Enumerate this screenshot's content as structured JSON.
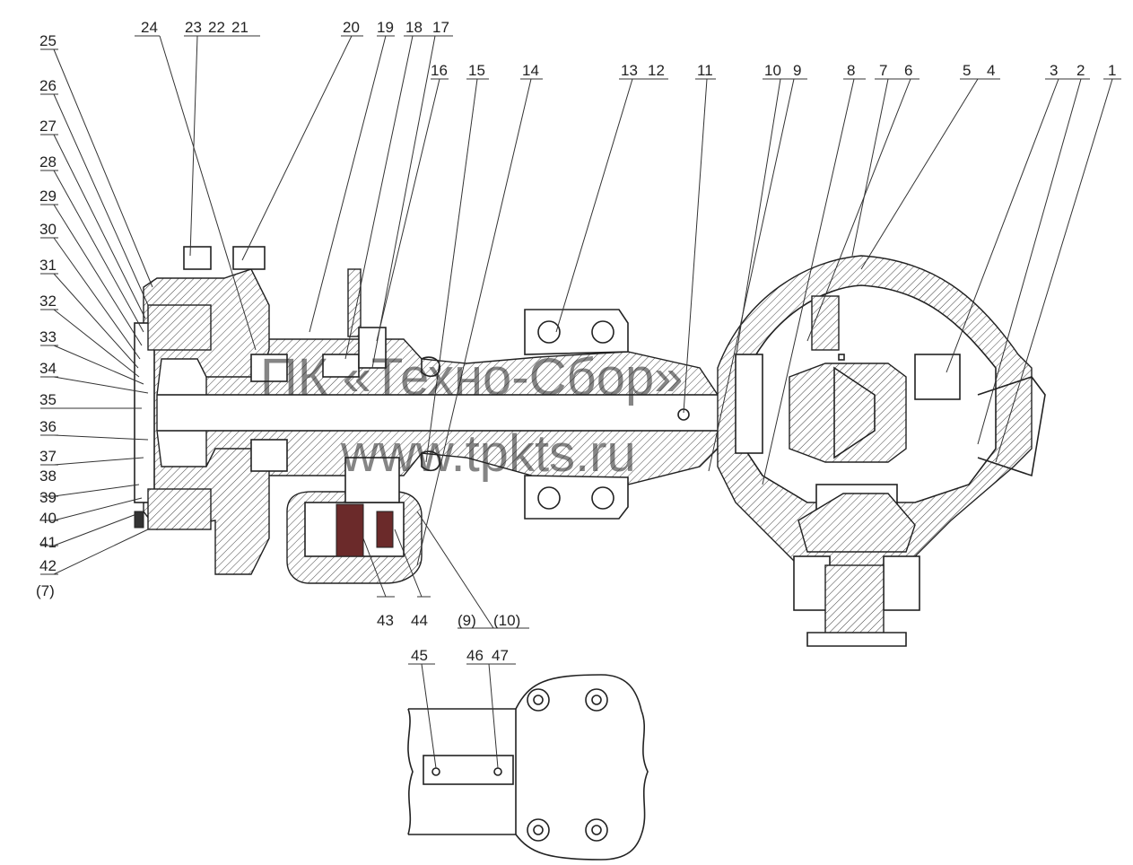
{
  "callouts": {
    "top": [
      "24",
      "23",
      "22",
      "21",
      "20",
      "19",
      "18",
      "17",
      "16",
      "15",
      "14",
      "13",
      "12",
      "11",
      "10",
      "9",
      "8",
      "7",
      "6",
      "5",
      "4",
      "3",
      "2",
      "1"
    ],
    "left": [
      "25",
      "26",
      "27",
      "28",
      "29",
      "30",
      "31",
      "32",
      "33",
      "34",
      "35",
      "36",
      "37",
      "38",
      "39",
      "40",
      "41",
      "42",
      "(7)"
    ],
    "bottom": [
      "43",
      "44",
      "(9)",
      "(10)"
    ],
    "detail": [
      "45",
      "46",
      "47"
    ]
  },
  "watermark": {
    "line1": "ПК «Техно-Сбор»",
    "line2": "www.tpkts.ru"
  }
}
